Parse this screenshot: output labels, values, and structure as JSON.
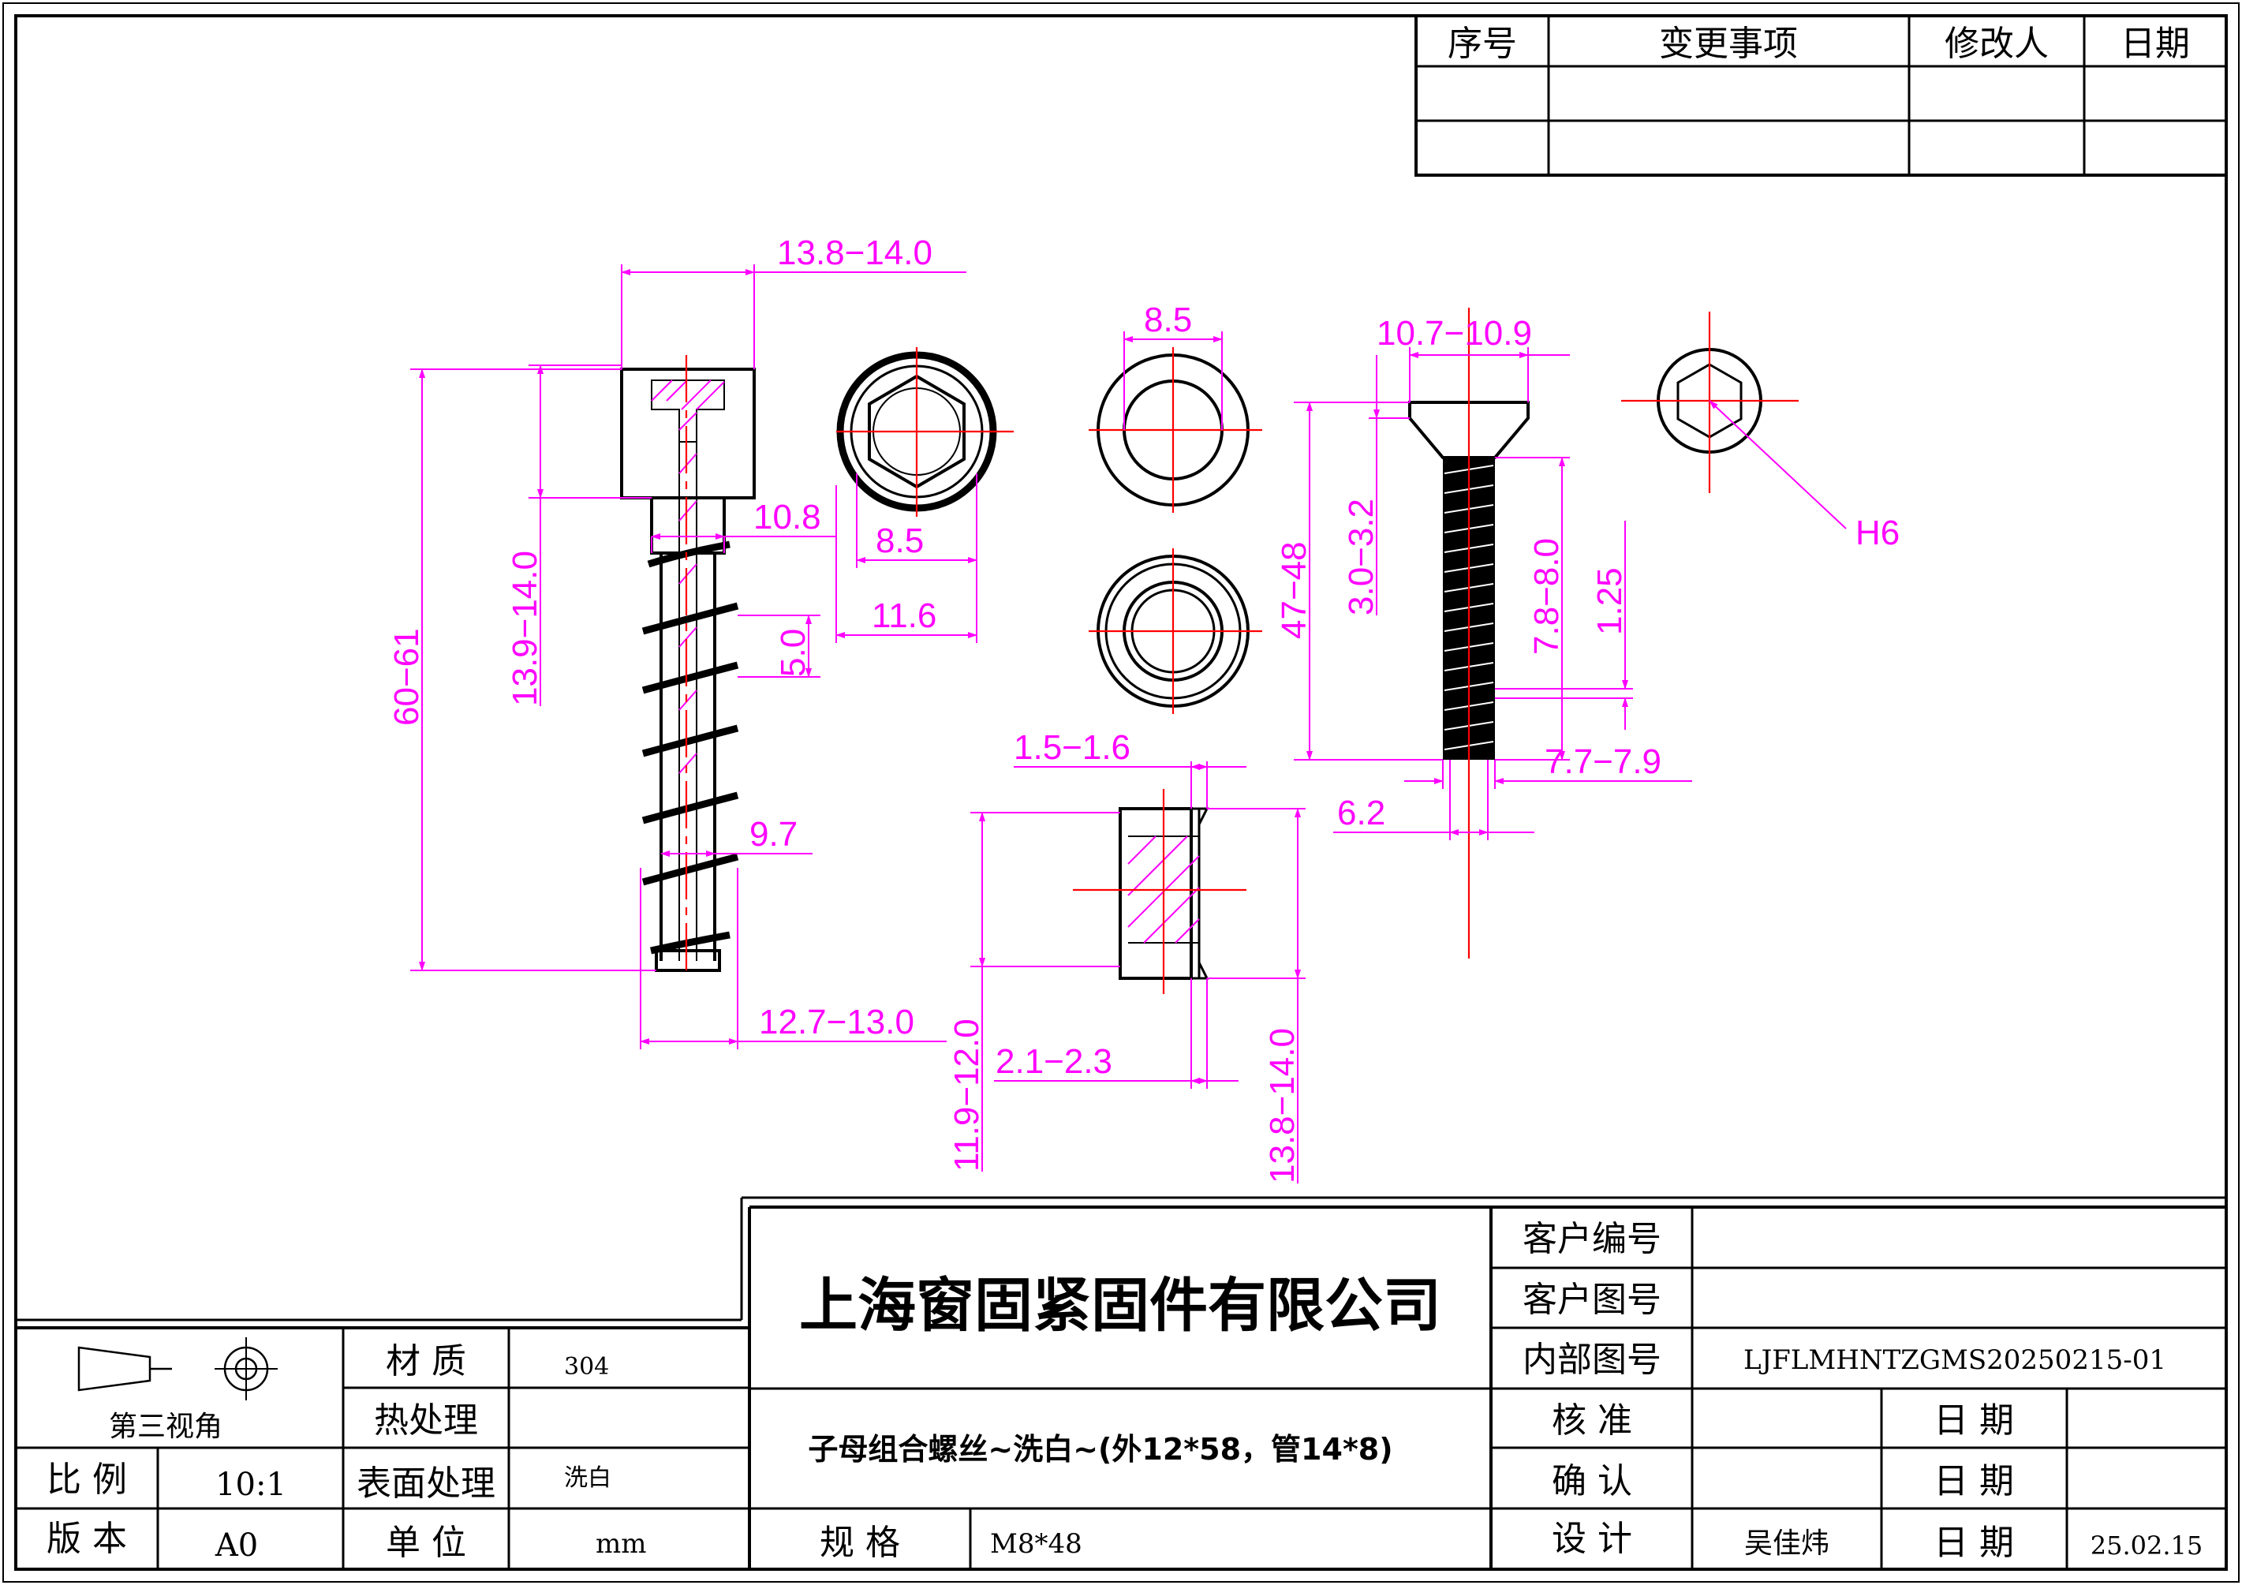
{
  "revision_table": {
    "headers": [
      "序号",
      "变更事项",
      "修改人",
      "日期"
    ],
    "rows": [
      [
        "",
        "",
        "",
        ""
      ],
      [
        "",
        "",
        "",
        ""
      ]
    ]
  },
  "dimensions": {
    "screw_head_width": "13.8−14.0",
    "screw_length": "60−61",
    "screw_head_height": "13.9−14.0",
    "neck_diameter": "10.8",
    "hex_socket_front": "8.5",
    "head_front_diameter": "11.6",
    "thread_pitch": "5.0",
    "thread_root": "9.7",
    "thread_major": "12.7−13.0",
    "sleeve_inner": "8.5",
    "sleeve_flange_thickness": "1.5−1.6",
    "sleeve_length": "11.9−12.0",
    "sleeve_wall": "2.1−2.3",
    "sleeve_outer": "13.8−14.0",
    "bolt_head_diameter": "10.7−10.9",
    "bolt_length": "47−48",
    "bolt_head_height": "3.0−3.2",
    "bolt_major": "7.8−8.0",
    "bolt_pitch": "1.25",
    "bolt_minor": "7.7−7.9",
    "bolt_tip": "6.2",
    "hex_socket_size": "H6"
  },
  "title_block": {
    "company": "上海窗固紧固件有限公司",
    "part_name": "子母组合螺丝~洗白~(外12*58，管14*8)",
    "projection_label": "第三视角",
    "material_label": "材 质",
    "material_value": "304",
    "heat_label": "热处理",
    "heat_value": "",
    "surface_label": "表面处理",
    "surface_value": "洗白",
    "scale_label": "比 例",
    "scale_value": "10:1",
    "version_label": "版 本",
    "version_value": "A0",
    "unit_label": "单 位",
    "unit_value": "mm",
    "spec_label": "规  格",
    "spec_value": "M8*48",
    "customer_no_label": "客户编号",
    "customer_no_value": "",
    "customer_dwg_label": "客户图号",
    "customer_dwg_value": "",
    "internal_dwg_label": "内部图号",
    "internal_dwg_value": "LJFLMHNTZGMS20250215-01",
    "approve_label": "核  准",
    "approve_value": "",
    "confirm_label": "确  认",
    "confirm_value": "",
    "design_label": "设  计",
    "design_value": "吴佳炜",
    "date_label": "日 期",
    "date_approve": "",
    "date_confirm": "",
    "date_design": "25.02.15"
  },
  "colors": {
    "outline": "#000000",
    "dimension": "#ff00ff",
    "centerline": "#ff0000"
  }
}
